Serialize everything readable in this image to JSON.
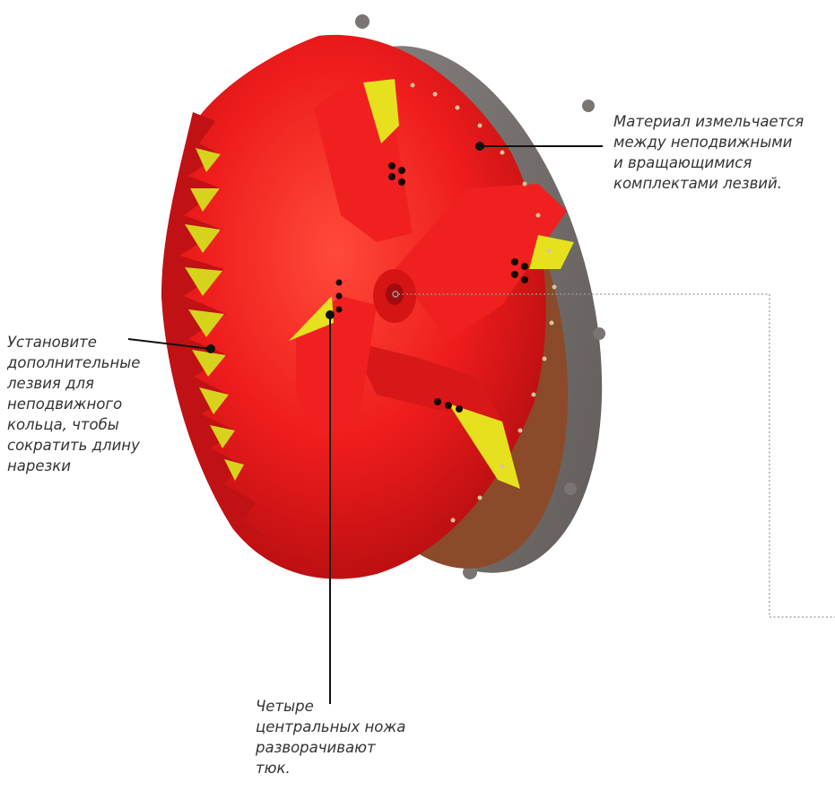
{
  "callouts": {
    "shredding": {
      "lines": [
        "Материал измельчается",
        "между неподвижными",
        "и вращающимися",
        "комплектами лезвий."
      ]
    },
    "extra_blades": {
      "lines": [
        "Установите",
        "дополнительные",
        "лезвия для",
        "неподвижного",
        "кольца, чтобы",
        "сократить длину",
        "нарезки"
      ]
    },
    "center_knives": {
      "lines": [
        "Четыре",
        "центральных ножа",
        "разворачивают",
        "тюк."
      ]
    }
  },
  "colors": {
    "ring": "#7a7573",
    "rotor": "#ee1c1c",
    "blade": "#e6e01e",
    "leader": "#111111",
    "dotted": "#9a9a9a"
  }
}
